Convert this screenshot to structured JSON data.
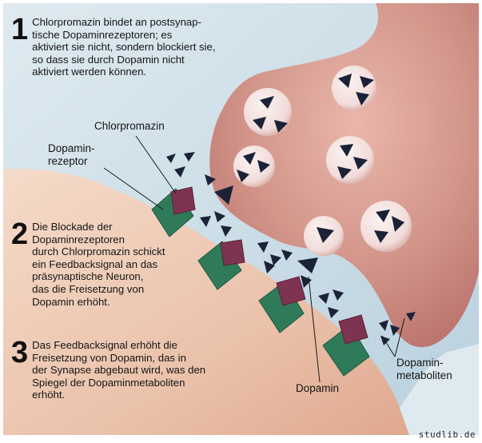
{
  "steps": [
    {
      "number": "1",
      "text": "Chlorpromazin bindet an postsynap-\ntische Dopaminrezeptoren; es\naktiviert sie nicht, sondern blockiert sie,\nso dass sie durch Dopamin nicht\naktiviert werden können."
    },
    {
      "number": "2",
      "text": "Die Blockade der\nDopaminrezeptoren\ndurch Chlorpromazin schickt\nein Feedbacksignal an das\npräsynaptische Neuron,\ndas die Freisetzung von\nDopamin erhöht."
    },
    {
      "number": "3",
      "text": "Das Feedbacksignal erhöht die\nFreisetzung von Dopamin, das in\nder Synapse abgebaut wird, was den\nSpiegel der Dopaminmetaboliten\nerhöht."
    }
  ],
  "labels": {
    "chlorpromazin": "Chlorpromazin",
    "dopamin_rezeptor": "Dopamin-\nrezeptor",
    "dopamin": "Dopamin",
    "dopamin_metaboliten": "Dopamin-\nmetaboliten"
  },
  "watermark": "studlib.de",
  "colors": {
    "background": "#c9dde8",
    "neuron": "#cf8d84",
    "postsynaptic": "#e9c2ad",
    "receptor": "#2e7a59",
    "chlorpromazin": "#7e3450",
    "dopamine": "#1b2238"
  }
}
